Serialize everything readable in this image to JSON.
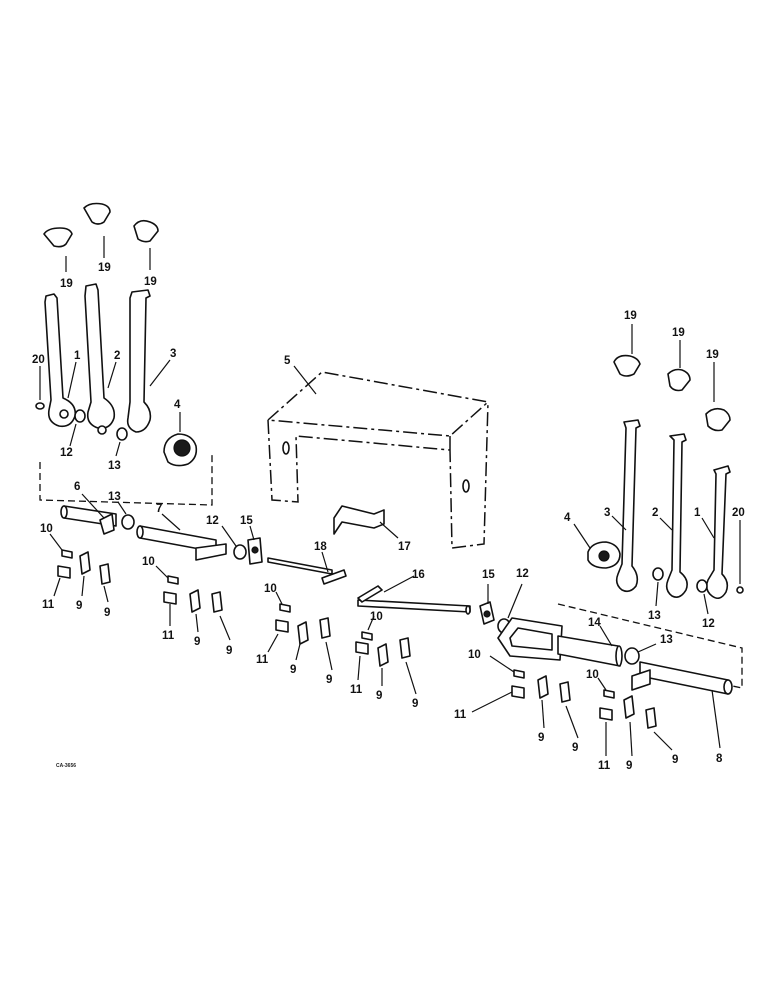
{
  "diagram": {
    "drawing_code": "CA-3656",
    "callouts": {
      "c1": "1",
      "c2": "2",
      "c3": "3",
      "c4": "4",
      "c5": "5",
      "c6": "6",
      "c7": "7",
      "c8": "8",
      "c9": "9",
      "c10": "10",
      "c11": "11",
      "c12": "12",
      "c13": "13",
      "c14": "14",
      "c15": "15",
      "c16": "16",
      "c17": "17",
      "c18": "18",
      "c19": "19",
      "c20": "20"
    }
  }
}
